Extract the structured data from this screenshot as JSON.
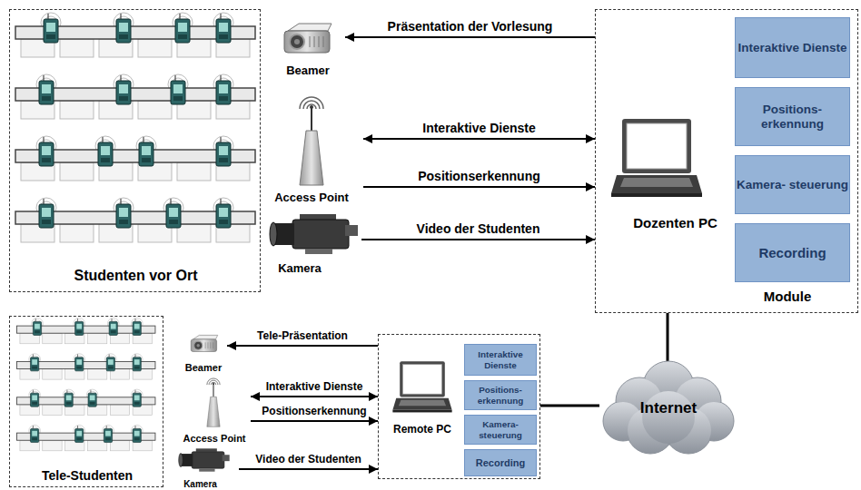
{
  "diagram": {
    "nodes": [
      {
        "text": [
          "Studenten vor Ort"
        ]
      },
      {
        "text": [
          "Beamer"
        ]
      },
      {
        "text": [
          "Access Point"
        ]
      },
      {
        "text": [
          "Kamera"
        ]
      },
      {
        "text": [
          "Dozenten PC",
          "Module"
        ]
      },
      {
        "text": [
          "Interaktive Dienste"
        ],
        "in": 4
      },
      {
        "text": [
          "Positions- erkennung"
        ],
        "in": 4
      },
      {
        "text": [
          "Kamera- steuerung"
        ],
        "in": 4
      },
      {
        "text": [
          "Recording"
        ],
        "in": 4
      },
      {
        "text": [
          "Internet"
        ]
      },
      {
        "text": [
          "Tele-Studenten"
        ]
      },
      {
        "text": [
          "Beamer"
        ]
      },
      {
        "text": [
          "Access Point"
        ]
      },
      {
        "text": [
          "Kamera"
        ]
      },
      {
        "text": [
          "Remote PC"
        ]
      },
      {
        "text": [
          "Interaktive Dienste"
        ],
        "in": 14
      },
      {
        "text": [
          "Positions- erkennung"
        ],
        "in": 14
      },
      {
        "text": [
          "Kamera- steuerung"
        ],
        "in": 14
      },
      {
        "text": [
          "Recording"
        ],
        "in": 14
      }
    ],
    "edges": [
      {
        "from": 4,
        "to": 1,
        "label": "Präsentation der Vorlesung",
        "arrow": "to"
      },
      {
        "from": 2,
        "to": 4,
        "label": "Interaktive Dienste",
        "arrow": "both"
      },
      {
        "from": 2,
        "to": 4,
        "label": "Positionserkennung",
        "arrow": "to"
      },
      {
        "from": 3,
        "to": 4,
        "label": "Video der Studenten",
        "arrow": "to"
      },
      {
        "from": 4,
        "to": 9,
        "arrow": "none"
      },
      {
        "from": 14,
        "to": 11,
        "label": "Tele-Präsentation",
        "arrow": "to"
      },
      {
        "from": 12,
        "to": 14,
        "label": "Interaktive Dienste",
        "arrow": "both"
      },
      {
        "from": 12,
        "to": 14,
        "label": "Positionserkennung",
        "arrow": "to"
      },
      {
        "from": 13,
        "to": 14,
        "label": "Video der Studenten",
        "arrow": "to"
      },
      {
        "from": 14,
        "to": 9,
        "arrow": "none"
      }
    ]
  }
}
